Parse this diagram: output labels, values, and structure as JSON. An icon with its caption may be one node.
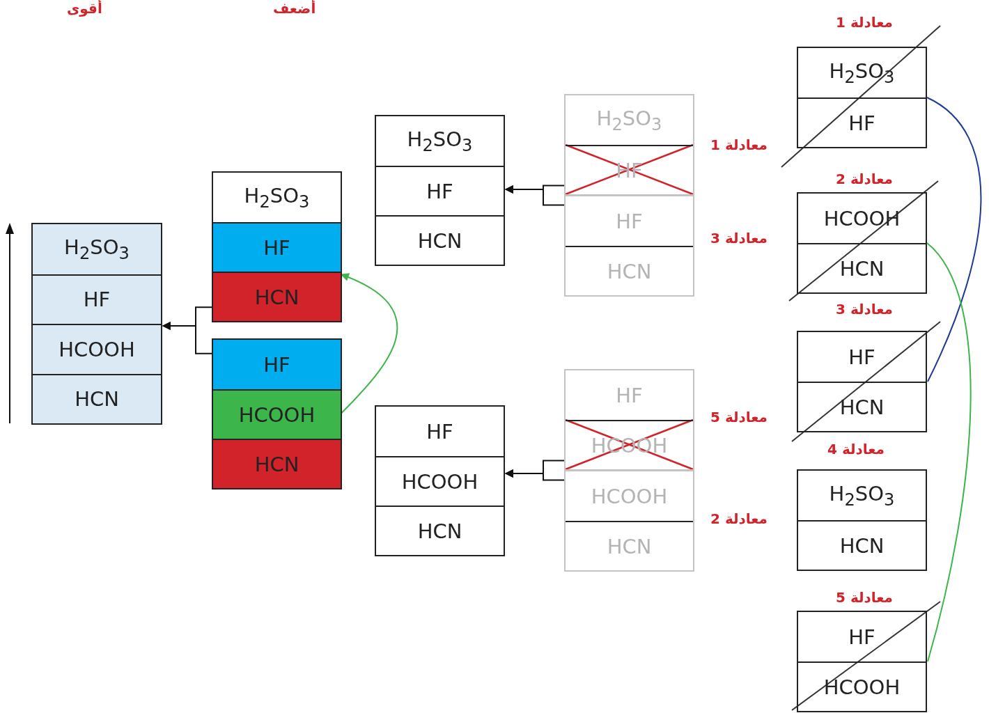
{
  "diagram": {
    "nodes": [
      {
        "text": [],
        "shape": "box"
      },
      {
        "text": [
          "H$_{2}$SO$_{3}$"
        ],
        "in": 0
      },
      {
        "text": [
          "HF"
        ],
        "in": 0
      },
      {
        "text": [
          "HCOOH"
        ],
        "in": 0
      },
      {
        "text": [
          "HCN"
        ],
        "in": 0
      },
      {
        "text": [],
        "shape": "box"
      },
      {
        "text": [
          "H$_{2}$SO$_{3}$"
        ],
        "in": 5
      },
      {
        "text": [
          "HF"
        ],
        "in": 5
      },
      {
        "text": [
          "HCN"
        ],
        "in": 5
      },
      {
        "text": [],
        "shape": "box"
      },
      {
        "text": [
          "HF"
        ],
        "in": 9
      },
      {
        "text": [
          "HCOOH"
        ],
        "in": 9
      },
      {
        "text": [
          "HCN"
        ],
        "in": 9
      },
      {
        "text": [],
        "shape": "box"
      },
      {
        "text": [
          "H$_{2}$SO$_{3}$"
        ],
        "in": 13
      },
      {
        "text": [
          "HF"
        ],
        "in": 13
      },
      {
        "text": [
          "HCN"
        ],
        "in": 13
      },
      {
        "text": [],
        "shape": "box"
      },
      {
        "text": [
          "HF"
        ],
        "in": 17
      },
      {
        "text": [
          "HCOOH"
        ],
        "in": 17
      },
      {
        "text": [
          "HCN"
        ],
        "in": 17
      },
      {
        "text": [],
        "shape": "box",
        "beside": [
          "معادلة 1"
        ]
      },
      {
        "text": [
          "H$_{2}$SO$_{3}$"
        ],
        "in": 21
      },
      {
        "text": [
          "HF"
        ],
        "in": 21
      },
      {
        "text": [],
        "shape": "box",
        "beside": [
          "معادلة 3"
        ]
      },
      {
        "text": [
          "HF"
        ],
        "in": 24
      },
      {
        "text": [
          "HCN"
        ],
        "in": 24
      },
      {
        "text": [],
        "shape": "box",
        "beside": [
          "معادلة 5"
        ]
      },
      {
        "text": [
          "HF"
        ],
        "in": 27
      },
      {
        "text": [
          "HCOOH"
        ],
        "in": 27
      },
      {
        "text": [],
        "shape": "box",
        "beside": [
          "معادلة 2"
        ]
      },
      {
        "text": [
          "HCOOH"
        ],
        "in": 30
      },
      {
        "text": [
          "HCN"
        ],
        "in": 30
      },
      {
        "text": [],
        "shape": "box",
        "beside": [
          "معادلة 1"
        ]
      },
      {
        "text": [
          "H$_{2}$SO$_{3}$"
        ],
        "in": 33
      },
      {
        "text": [
          "HF"
        ],
        "in": 33
      },
      {
        "text": [],
        "shape": "box",
        "beside": [
          "معادلة 2"
        ]
      },
      {
        "text": [
          "HCOOH"
        ],
        "in": 36
      },
      {
        "text": [
          "HCN"
        ],
        "in": 36
      },
      {
        "text": [],
        "shape": "box",
        "beside": [
          "معادلة 3"
        ]
      },
      {
        "text": [
          "HF"
        ],
        "in": 39
      },
      {
        "text": [
          "HCN"
        ],
        "in": 39
      },
      {
        "text": [],
        "shape": "box",
        "beside": [
          "معادلة 4"
        ]
      },
      {
        "text": [
          "H$_{2}$SO$_{3}$"
        ],
        "in": 42
      },
      {
        "text": [
          "HCN"
        ],
        "in": 42
      },
      {
        "text": [],
        "shape": "box",
        "beside": [
          "معادلة 5"
        ]
      },
      {
        "text": [
          "HF"
        ],
        "in": 45
      },
      {
        "text": [
          "HCOOH"
        ],
        "in": 45
      }
    ],
    "edges": [
      {
        "from": 5,
        "to": 0,
        "arrow": "to"
      },
      {
        "from": 9,
        "to": 0,
        "arrow": "to"
      },
      {
        "from": 21,
        "to": 13,
        "arrow": "to"
      },
      {
        "from": 24,
        "to": 13,
        "arrow": "to"
      },
      {
        "from": 27,
        "to": 17,
        "arrow": "to"
      },
      {
        "from": 30,
        "to": 17,
        "arrow": "to"
      },
      {
        "from": 11,
        "to": 8,
        "arrow": "to",
        "color": "#3cb54a"
      },
      {
        "from": 33,
        "to": 39,
        "arrow": "none",
        "color": "#1f3a93"
      },
      {
        "from": 36,
        "to": 45,
        "arrow": "none",
        "color": "#3cb54a"
      }
    ],
    "labels": [
      "أقوى",
      "أضعف"
    ]
  }
}
